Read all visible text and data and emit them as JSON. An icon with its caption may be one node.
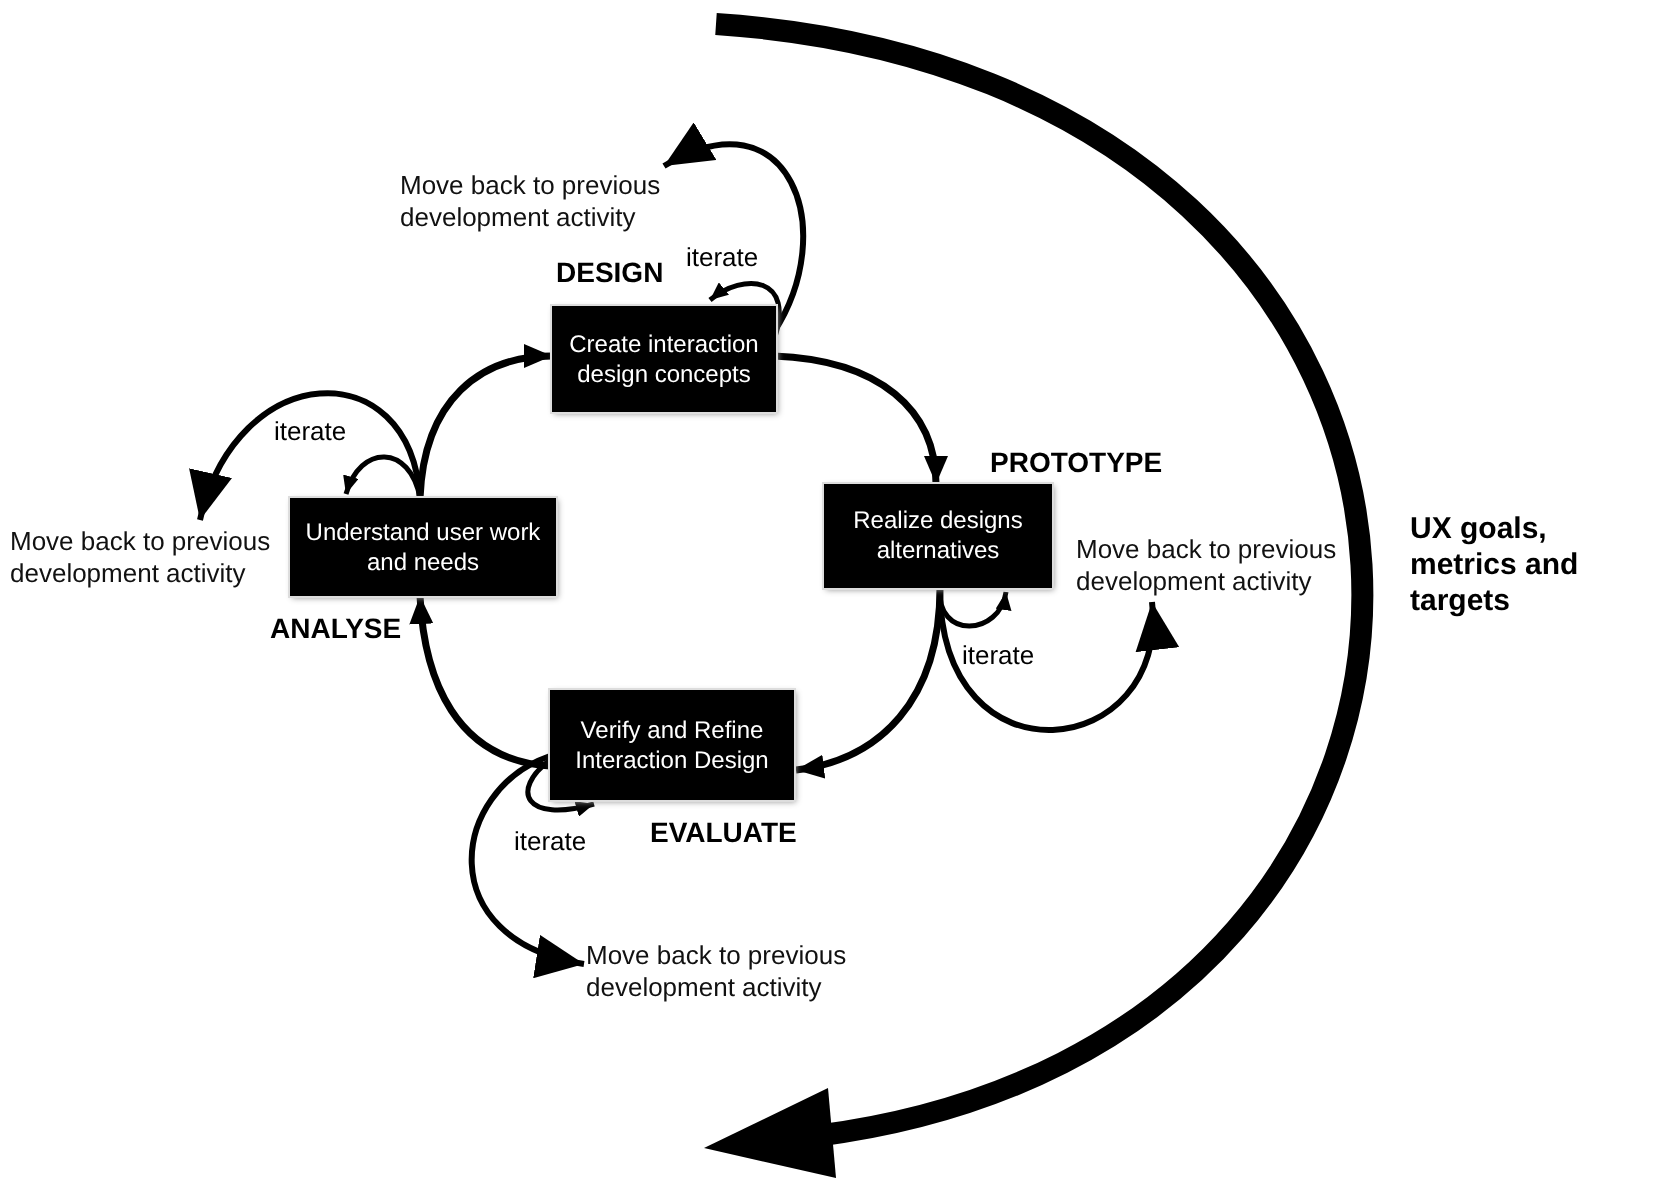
{
  "diagram": {
    "nodes": [
      {
        "text": [
          "DESIGN",
          "Create interaction design concepts"
        ]
      },
      {
        "text": [
          "PROTOTYPE",
          "Realize designs alternatives"
        ]
      },
      {
        "text": [
          "Verify and Refine Interaction Design",
          "EVALUATE"
        ]
      },
      {
        "text": [
          "Understand user work and needs",
          "ANALYSE"
        ]
      },
      {
        "text": [
          "Move back to previous development activity"
        ]
      },
      {
        "text": [
          "Move back to previous development activity"
        ]
      },
      {
        "text": [
          "Move back to previous development activity"
        ]
      },
      {
        "text": [
          "Move back to previous development activity"
        ]
      }
    ],
    "edges": [
      {
        "from": 3,
        "to": 0,
        "arrow": "to"
      },
      {
        "from": 0,
        "to": 1,
        "arrow": "to"
      },
      {
        "from": 1,
        "to": 2,
        "arrow": "to"
      },
      {
        "from": 2,
        "to": 3,
        "arrow": "to"
      },
      {
        "from": 0,
        "to": 0,
        "arrow": "to",
        "label": "iterate"
      },
      {
        "from": 0,
        "to": 4,
        "arrow": "to"
      },
      {
        "from": 3,
        "to": 3,
        "arrow": "to",
        "label": "iterate"
      },
      {
        "from": 3,
        "to": 5,
        "arrow": "to"
      },
      {
        "from": 1,
        "to": 1,
        "arrow": "to",
        "label": "iterate"
      },
      {
        "from": 1,
        "to": 6,
        "arrow": "to"
      },
      {
        "from": 2,
        "to": 2,
        "arrow": "to",
        "label": "iterate"
      },
      {
        "from": 2,
        "to": 7,
        "arrow": "to"
      }
    ],
    "labels": [
      "UX goals, metrics and targets"
    ]
  }
}
